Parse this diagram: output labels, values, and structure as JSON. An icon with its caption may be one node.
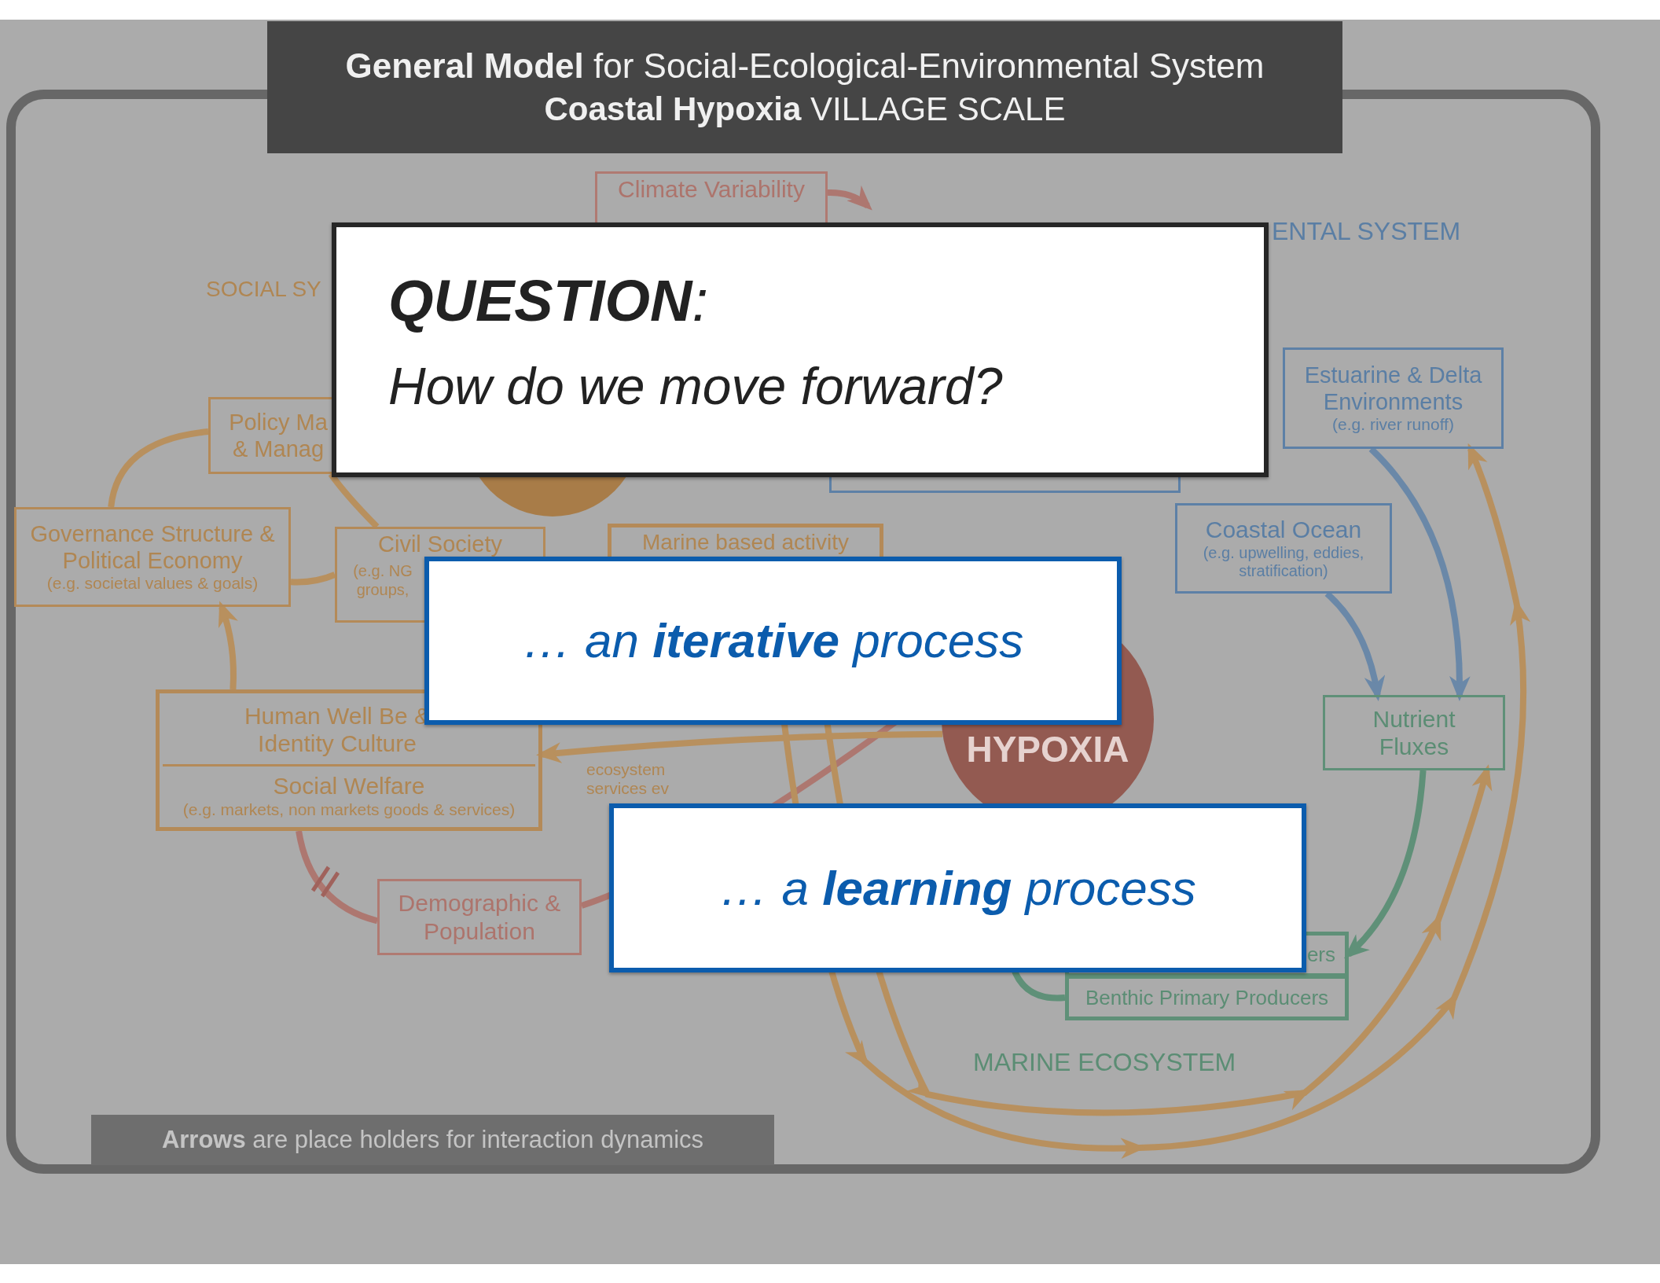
{
  "diagram": {
    "nodes": [
      {
        "text": [
          "**General Model** for Social-Ecological-Environmental System",
          "**Coastal Hypoxia** VILLAGE SCALE"
        ]
      },
      {
        "text": [
          "Climate Variability"
        ]
      },
      {
        "text": [
          "Policy Ma & Manag"
        ]
      },
      {
        "text": [
          "Governance Structure & Political Economy",
          "(e.g. societal values & goals)"
        ]
      },
      {
        "text": [
          "Civil Society",
          "(e.g. NG groups,"
        ]
      },
      {
        "text": [
          "Human Well Be & Identity Culture",
          "Social Welfare",
          "(e.g. markets, non markets goods & services)"
        ]
      },
      {
        "text": [
          "Demographic & Population"
        ]
      },
      {
        "text": [
          "Marine based activity"
        ]
      },
      {
        "text": [],
        "shape": "circle"
      },
      {
        "text": [
          "HYPOXIA"
        ]
      },
      {
        "text": [
          "Estuarine & Delta Environments",
          "(e.g. river runoff)"
        ]
      },
      {
        "text": [
          "Coastal Ocean",
          "(e.g. upwelling, eddies, stratification)"
        ]
      },
      {
        "text": [
          "Nutrient Fluxes"
        ]
      },
      {
        "text": [
          "ers"
        ]
      },
      {
        "text": [
          "Benthic Primary Producers"
        ]
      },
      {
        "text": [],
        "shape": "box"
      },
      {
        "text": [
          "**Arrows** are place holders for interaction dynamics"
        ]
      }
    ],
    "edges": [
      {
        "from": 2,
        "to": 3,
        "arrow": "none"
      },
      {
        "from": 5,
        "to": 3,
        "arrow": "to"
      },
      {
        "from": 3,
        "to": 4,
        "arrow": "none"
      },
      {
        "from": 2,
        "to": 4,
        "arrow": "none"
      },
      {
        "from": 5,
        "to": 6,
        "arrow": "none",
        "color": "#ad7770"
      },
      {
        "from": 6,
        "to": 9,
        "arrow": "none",
        "color": "#ad7770"
      },
      {
        "from": 9,
        "to": 5,
        "arrow": "to"
      },
      {
        "from": 1,
        "to": null,
        "arrow": "to",
        "color": "#ad7770"
      },
      {
        "from": 10,
        "to": 12,
        "arrow": "to",
        "color": "#6a88a8"
      },
      {
        "from": 11,
        "to": 12,
        "arrow": "to",
        "color": "#6a88a8"
      },
      {
        "from": 12,
        "to": 13,
        "arrow": "to",
        "color": "#5f9078"
      },
      {
        "from": 14,
        "to": 9,
        "arrow": "to",
        "color": "#5f9078"
      },
      {
        "from": 7,
        "to": 10,
        "arrow": "to"
      },
      {
        "from": 7,
        "to": 12,
        "arrow": "to"
      }
    ],
    "labels": [
      "SOCIAL SY",
      "**QUESTION**:",
      "How do we move forward?",
      "ENTAL SYSTEM",
      "… an **iterative** process",
      "ecosystem services ev",
      "… a **learning** process",
      "MARINE ECOSYSTEM"
    ]
  }
}
